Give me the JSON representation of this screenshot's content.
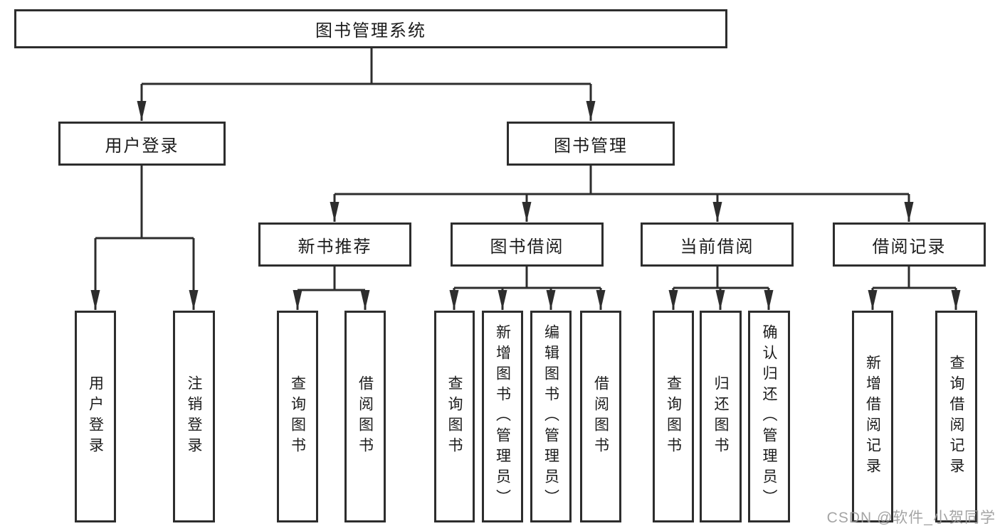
{
  "nodes": {
    "root": "图书管理系统",
    "user_login": "用户登录",
    "book_management": "图书管理",
    "new_book_recommend": "新书推荐",
    "book_borrow": "图书借阅",
    "current_borrow": "当前借阅",
    "borrow_record": "借阅记录",
    "leaf_user_login": "用户登录",
    "leaf_logout": "注销登录",
    "leaf_newbook_query": "查询图书",
    "leaf_newbook_borrow": "借阅图书",
    "leaf_borrow_query": "查询图书",
    "leaf_borrow_add": "新增图书（管理员）",
    "leaf_borrow_edit": "编辑图书（管理员）",
    "leaf_borrow_borrow": "借阅图书",
    "leaf_current_query": "查询图书",
    "leaf_current_return": "归还图书",
    "leaf_current_confirm": "确认归还（管理员）",
    "leaf_record_add": "新增借阅记录",
    "leaf_record_query": "查询借阅记录"
  },
  "watermark": {
    "text": "CSDN @软件_小贺同学",
    "color": "#9b9b9b"
  },
  "colors": {
    "line": "#2d2d2d",
    "text": "#1c1c1c",
    "background": "#ffffff"
  }
}
